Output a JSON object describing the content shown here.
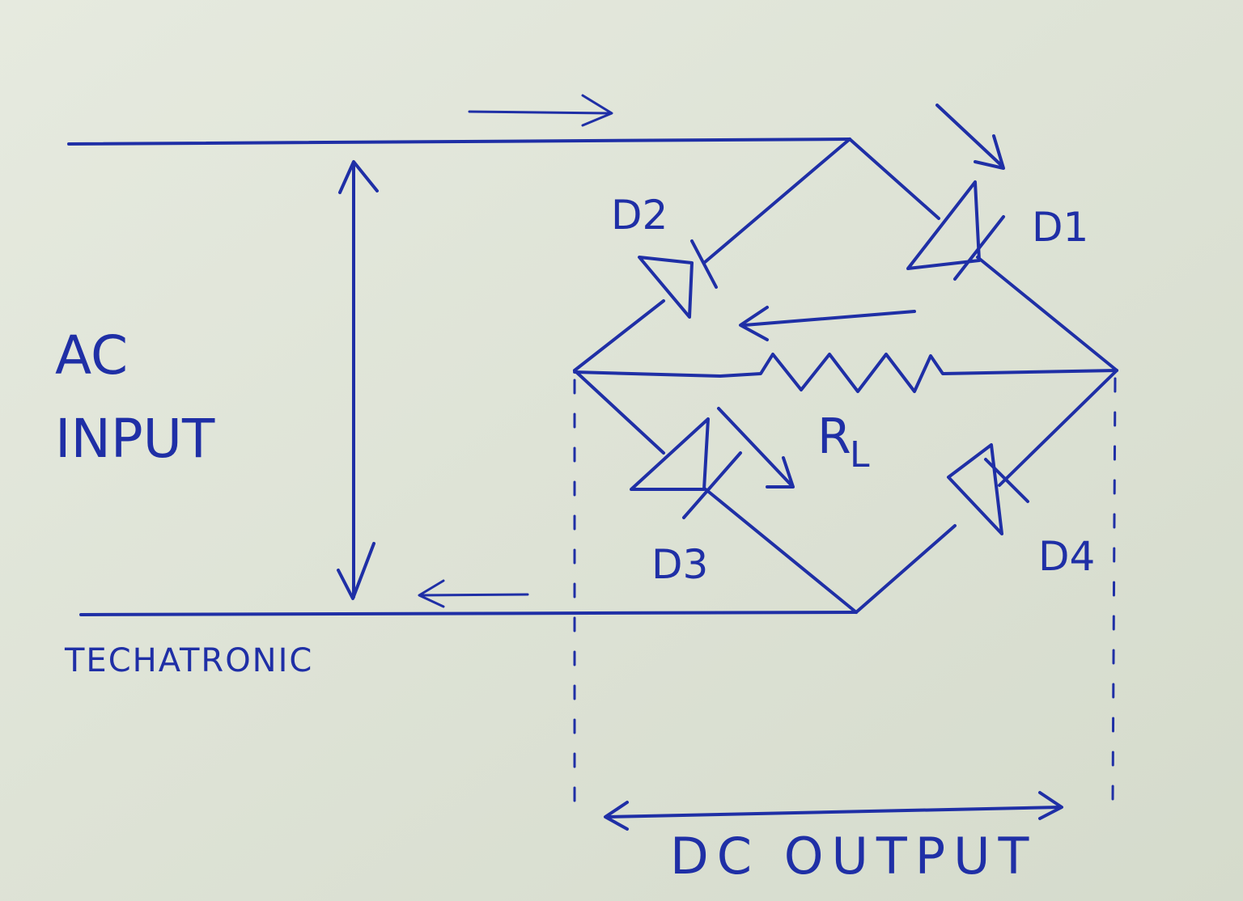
{
  "labels": {
    "ac_line1": "AC",
    "ac_line2": "INPUT",
    "d1": "D1",
    "d2": "D2",
    "d3": "D3",
    "d4": "D4",
    "rl": "R",
    "rl_sub": "L",
    "dc_output": "DC OUTPUT",
    "signature": "TECHATRONIC"
  },
  "colors": {
    "ink": "#1f2fa6",
    "paper": "#dde3d6"
  }
}
